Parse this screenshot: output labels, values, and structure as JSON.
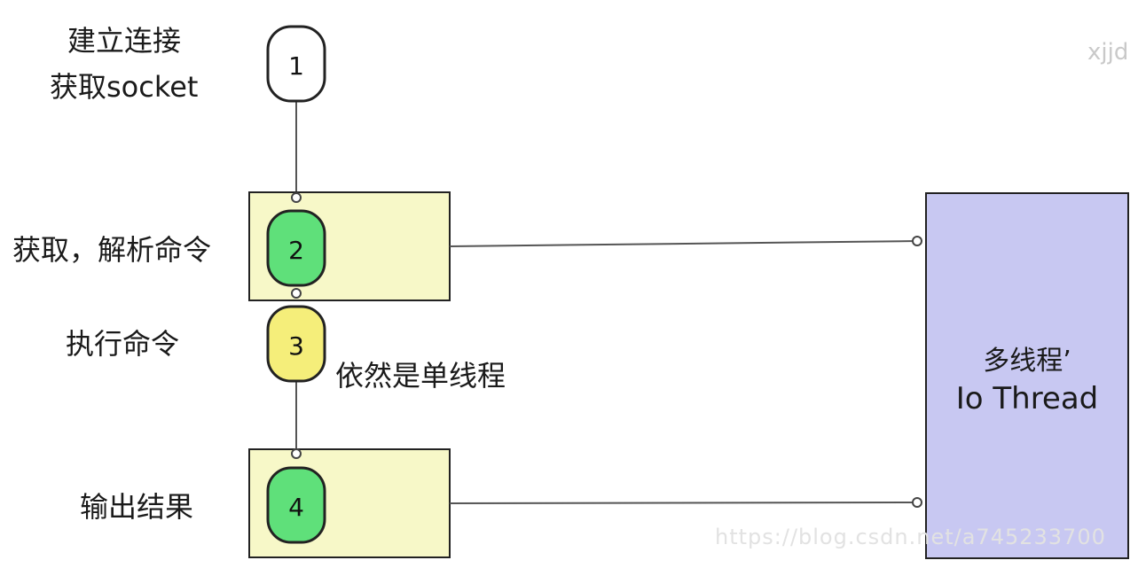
{
  "steps": [
    {
      "number": "1",
      "label_line1": "建立连接",
      "label_line2": "获取socket"
    },
    {
      "number": "2",
      "label": "获取，解析命令"
    },
    {
      "number": "3",
      "label": "执行命令"
    },
    {
      "number": "4",
      "label": "输出结果"
    }
  ],
  "note": "依然是单线程",
  "io_thread": {
    "line1": "多线程’",
    "line2": "Io Thread"
  },
  "watermark": "xjjd",
  "footer": "https://blog.csdn.net/a745233700",
  "colors": {
    "white_node": "#ffffff",
    "green_node": "#5fe07a",
    "yellow_node": "#f5ee7a",
    "stage_box": "#f7f8c8",
    "thread_box": "#c8c8f2",
    "stroke": "#333333"
  }
}
